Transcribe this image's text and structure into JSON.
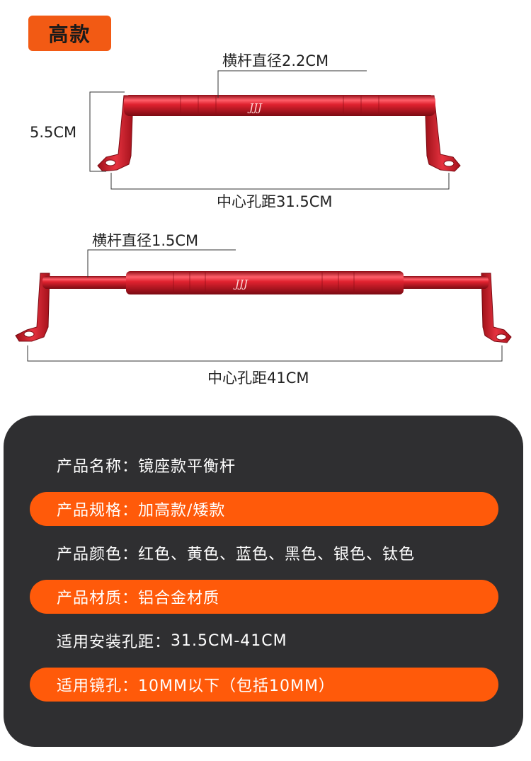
{
  "badge": "高款",
  "diagram": {
    "top_diameter": "横杆直径2.2CM",
    "height": "5.5CM",
    "top_spacing": "中心孔距31.5CM",
    "bottom_diameter": "横杆直径1.5CM",
    "bottom_spacing": "中心孔距41CM"
  },
  "specs": [
    {
      "label": "产品名称：",
      "value": "镜座款平衡杆",
      "highlight": false
    },
    {
      "label": "产品规格：",
      "value": "加高款/矮款",
      "highlight": true
    },
    {
      "label": "产品颜色：",
      "value": "红色、黄色、蓝色、黑色、银色、钛色",
      "highlight": false
    },
    {
      "label": "产品材质：",
      "value": "铝合金材质",
      "highlight": true
    },
    {
      "label": "适用安装孔距：",
      "value": "31.5CM-41CM",
      "highlight": false
    },
    {
      "label": "适用镜孔：",
      "value": "10MM以下（包括10MM）",
      "highlight": true
    }
  ],
  "colors": {
    "accent": "#ff5a0a",
    "panel": "#2f2f31",
    "bar": "#d81e2c"
  }
}
